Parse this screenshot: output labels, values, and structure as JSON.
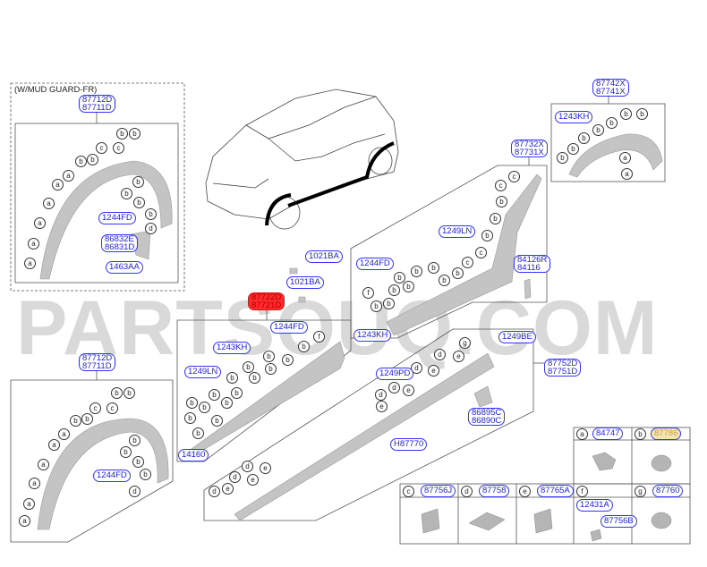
{
  "header": {
    "variant_note": "(W/MUD GUARD-FR)"
  },
  "watermark": "PARTSOUQ.COM",
  "callouts": {
    "tl_pair": [
      "87712D",
      "87711D"
    ],
    "tl_bolt": "1244FD",
    "tl_mud": [
      "86832E",
      "86831D"
    ],
    "tl_clip": "1463AA",
    "rt_pair": [
      "87742X",
      "87741X"
    ],
    "rt_screw": "1243KH",
    "rm_pair": [
      "87732X",
      "87731X"
    ],
    "rm_screw": "1249LN",
    "rm_bolt": "1244FD",
    "rm_pad": [
      "84126R",
      "84116"
    ],
    "rm_screw2": "1243KH",
    "clip1": "1021BA",
    "clip2": "1021BA",
    "mid_pair": [
      "87722D",
      "87721D"
    ],
    "mid_bolt": "1244FD",
    "mid_screw": "1243KH",
    "mid_screw2": "1249LN",
    "mid_tape": "14160",
    "sill_screw": "1249BE",
    "sill_pair": [
      "87752D",
      "87751D"
    ],
    "sill_screw2": "1249PD",
    "sill_cover": [
      "86895C",
      "86890C"
    ],
    "sill_clip": "H87770",
    "bl_pair": [
      "87712D",
      "87711D"
    ],
    "bl_bolt": "1244FD"
  },
  "reference_letters": {
    "top_left": [
      "b",
      "b",
      "c",
      "c",
      "b",
      "b",
      "a",
      "a",
      "a",
      "a",
      "a",
      "a",
      "b",
      "b",
      "b",
      "b",
      "d"
    ],
    "bottom_left": [
      "b",
      "b",
      "c",
      "c",
      "b",
      "b",
      "a",
      "a",
      "a",
      "a",
      "a",
      "a",
      "b",
      "b",
      "b",
      "b",
      "d"
    ],
    "middle": [
      "f",
      "b",
      "b",
      "b",
      "b",
      "b",
      "b",
      "b",
      "b",
      "b",
      "b",
      "b",
      "b",
      "b",
      "b",
      "b"
    ],
    "right_middle": [
      "c",
      "c",
      "b",
      "b",
      "b",
      "c",
      "c",
      "b",
      "b",
      "b",
      "b",
      "b",
      "b",
      "b",
      "b",
      "f",
      "b"
    ],
    "right_top": [
      "b",
      "b",
      "b",
      "b",
      "b",
      "b",
      "b",
      "a",
      "a"
    ],
    "sill": [
      "g",
      "d",
      "e",
      "d",
      "e",
      "d",
      "e",
      "d",
      "e",
      "d",
      "e",
      "d",
      "e",
      "d",
      "e"
    ]
  },
  "fastener_table": [
    {
      "letter": "a",
      "parts": [
        "84747"
      ]
    },
    {
      "letter": "b",
      "parts": [
        "87786"
      ],
      "highlight": "#f4e6a8"
    },
    {
      "letter": "c",
      "parts": [
        "87756J"
      ]
    },
    {
      "letter": "d",
      "parts": [
        "87758"
      ]
    },
    {
      "letter": "e",
      "parts": [
        "87765A"
      ]
    },
    {
      "letter": "f",
      "parts": [
        "12431A",
        "87756B"
      ]
    },
    {
      "letter": "g",
      "parts": [
        "87760"
      ]
    }
  ],
  "colors": {
    "callout": "#3434ff",
    "selected": "#ff2a2a",
    "part": "#b8b8b8"
  }
}
